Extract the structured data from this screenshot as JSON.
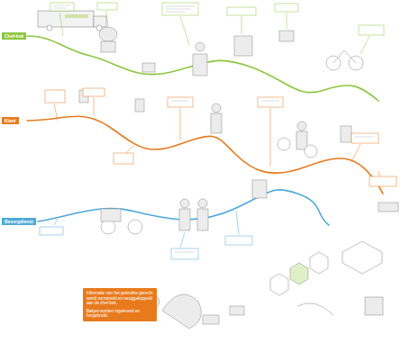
{
  "diagram": {
    "nodes": [
      {
        "text": [
          "Chef-kok"
        ]
      },
      {
        "text": [
          "Klant"
        ]
      },
      {
        "text": [
          "Bezorgdienst"
        ]
      },
      {
        "text": [
          "Informatie van het gebruikte gerecht wordt verzameld en teruggekoppeld aan de chef-kok.",
          "Bakjes worden ingeleverd en hergebruikt."
        ]
      }
    ]
  }
}
